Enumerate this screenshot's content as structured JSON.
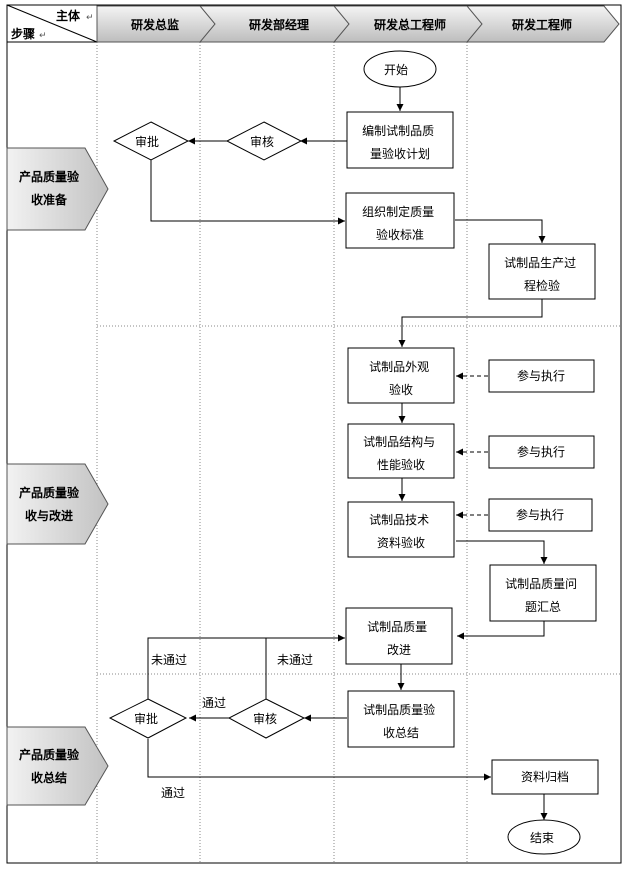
{
  "corner": {
    "subject": "主体",
    "steps": "步骤"
  },
  "lanes": [
    "研发总监",
    "研发部经理",
    "研发总工程师",
    "研发工程师"
  ],
  "phases": [
    "产品质量验收准备",
    "产品质量验收与改进",
    "产品质量验收总结"
  ],
  "nodes": {
    "start": "开始",
    "compile_plan": "编制试制品质量验收计划",
    "review1": "审核",
    "approve1": "审批",
    "make_standard": "组织制定质量验收标准",
    "inspect_process": "试制品生产过程检验",
    "appearance": "试制品外观验收",
    "structure": "试制品结构与性能验收",
    "tech_docs": "试制品技术资料验收",
    "participate1": "参与执行",
    "participate2": "参与执行",
    "participate3": "参与执行",
    "issue_summary": "试制品质量问题汇总",
    "improve": "试制品质量改进",
    "summary": "试制品质量验收总结",
    "review2": "审核",
    "approve2": "审批",
    "archive": "资料归档",
    "end": "结束"
  },
  "edge_labels": {
    "fail_approve": "未通过",
    "fail_review": "未通过",
    "pass_review": "通过",
    "pass_approve": "通过"
  }
}
